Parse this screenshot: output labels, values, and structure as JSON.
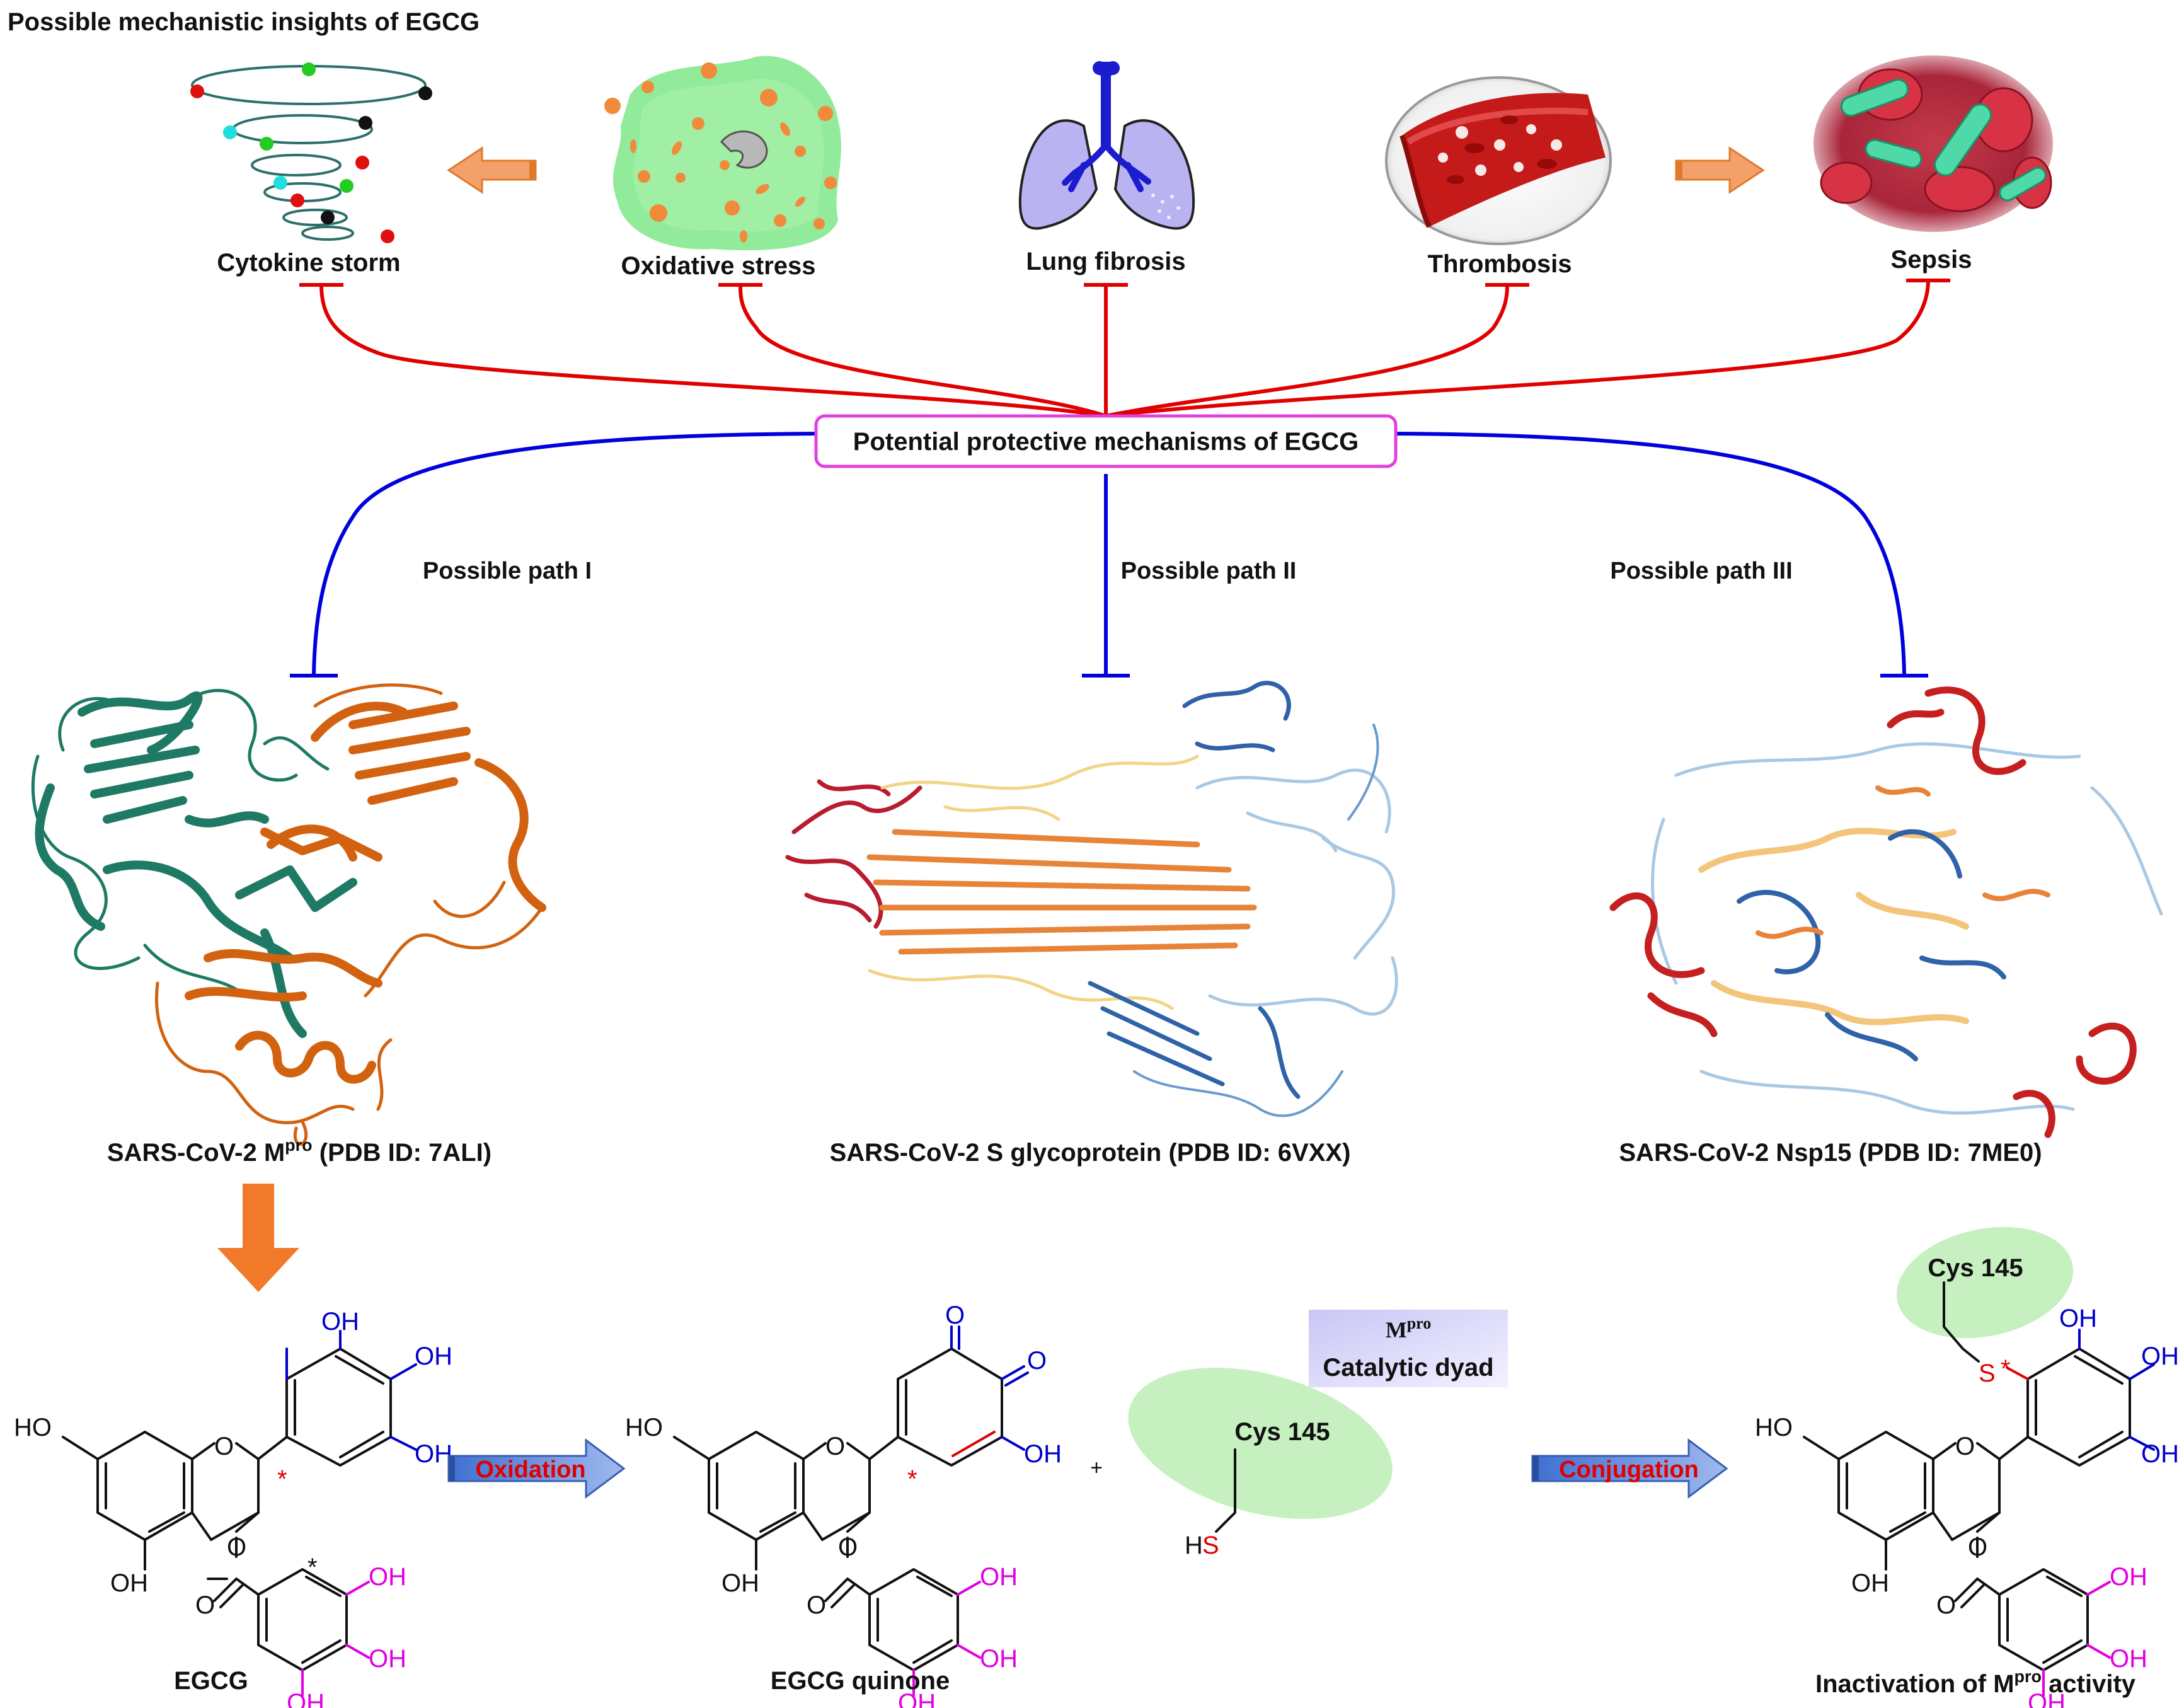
{
  "figure": {
    "title": "Possible mechanistic insights of EGCG",
    "center_label": "Potential protective mechanisms of EGCG",
    "effects": [
      {
        "label": "Cytokine storm",
        "icon": "cytokine-storm-icon"
      },
      {
        "label": "Oxidative stress",
        "icon": "oxidative-stress-icon"
      },
      {
        "label": "Lung fibrosis",
        "icon": "lungs-icon"
      },
      {
        "label": "Thrombosis",
        "icon": "blood-vessel-icon"
      },
      {
        "label": "Sepsis",
        "icon": "bacteria-icon"
      }
    ],
    "paths": [
      "Possible path I",
      "Possible path II",
      "Possible path III"
    ],
    "proteins": [
      {
        "label_prefix": "SARS-CoV-2 M",
        "label_sup": "pro",
        "label_suffix": " (PDB ID: 7ALI)"
      },
      {
        "label": "SARS-CoV-2 S glycoprotein (PDB ID: 6VXX)"
      },
      {
        "label": "SARS-CoV-2 Nsp15 (PDB ID: 7ME0)"
      }
    ],
    "reaction": {
      "compound1": "EGCG",
      "compound2": "EGCG quinone",
      "arrow1": "Oxidation",
      "arrow2": "Conjugation",
      "plus": "+",
      "cys": "Cys 145",
      "dyad_line1_prefix": "M",
      "dyad_line1_sup": "pro",
      "dyad_line2": "Catalytic dyad",
      "product_prefix": "Inactivation of M",
      "product_sup": "pro",
      "product_suffix": " activity",
      "atoms": {
        "OH": "OH",
        "HO": "HO",
        "O": "O",
        "S": "S",
        "HS_H": "H",
        "HS_S": "S",
        "star": "*"
      }
    },
    "colors": {
      "inhibit_red": "#e00000",
      "inhibit_blue": "#0000dd",
      "arrow_orange": "#f07a2a",
      "ring_blue": "#0000cc",
      "galloyl_magenta": "#e000e0",
      "cys_green": "#c6f0c0",
      "center_border": "#e040e0"
    }
  }
}
